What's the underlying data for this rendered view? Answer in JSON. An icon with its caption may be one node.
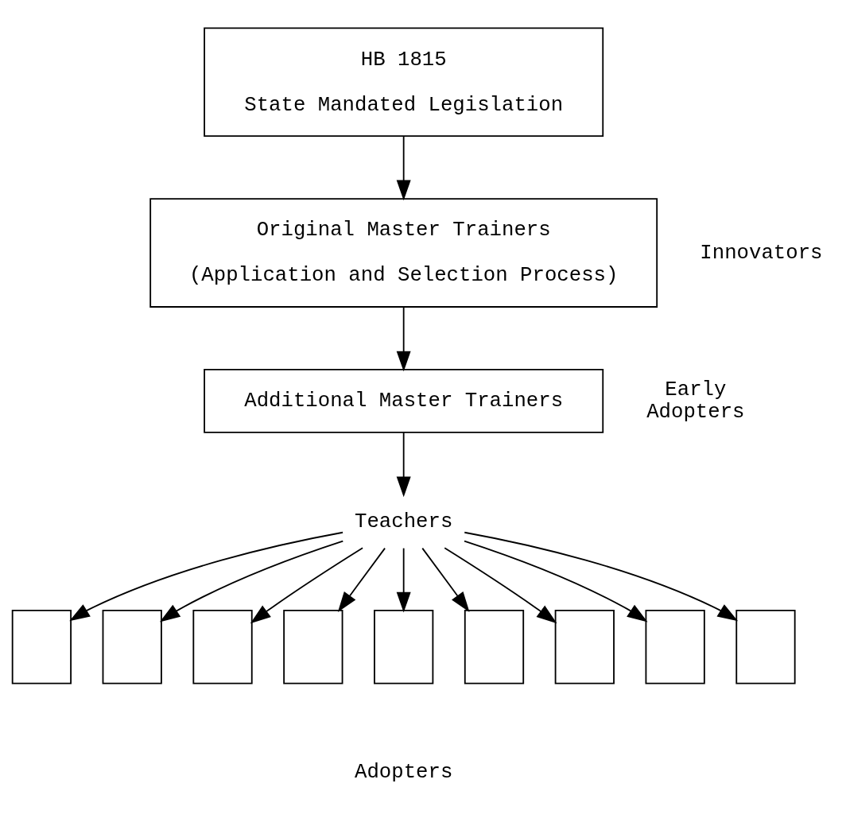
{
  "diagram": {
    "nodes": [
      {
        "text": [
          "HB 1815",
          "State Mandated Legislation"
        ]
      },
      {
        "text": [
          "Original Master Trainers",
          "(Application and Selection Process)"
        ],
        "beside": [
          "Innovators"
        ]
      },
      {
        "text": [
          "Additional Master Trainers"
        ],
        "beside": [
          "Early Adopters"
        ]
      },
      {
        "text": [
          "Teachers"
        ]
      },
      {
        "text": [],
        "shape": "box"
      },
      {
        "text": [],
        "shape": "box"
      },
      {
        "text": [],
        "shape": "box"
      },
      {
        "text": [],
        "shape": "box"
      },
      {
        "text": [],
        "shape": "box"
      },
      {
        "text": [],
        "shape": "box"
      },
      {
        "text": [],
        "shape": "box"
      },
      {
        "text": [],
        "shape": "box"
      },
      {
        "text": [],
        "shape": "box"
      }
    ],
    "edges": [
      {
        "from": 0,
        "to": 1,
        "arrow": "to"
      },
      {
        "from": 1,
        "to": 2,
        "arrow": "to"
      },
      {
        "from": 2,
        "to": 3,
        "arrow": "to"
      },
      {
        "from": 3,
        "to": 4,
        "arrow": "to"
      },
      {
        "from": 3,
        "to": 5,
        "arrow": "to"
      },
      {
        "from": 3,
        "to": 6,
        "arrow": "to"
      },
      {
        "from": 3,
        "to": 7,
        "arrow": "to"
      },
      {
        "from": 3,
        "to": 8,
        "arrow": "to"
      },
      {
        "from": 3,
        "to": 9,
        "arrow": "to"
      },
      {
        "from": 3,
        "to": 10,
        "arrow": "to"
      },
      {
        "from": 3,
        "to": 11,
        "arrow": "to"
      },
      {
        "from": 3,
        "to": 12,
        "arrow": "to"
      }
    ],
    "labels": [
      "Adopters"
    ]
  }
}
